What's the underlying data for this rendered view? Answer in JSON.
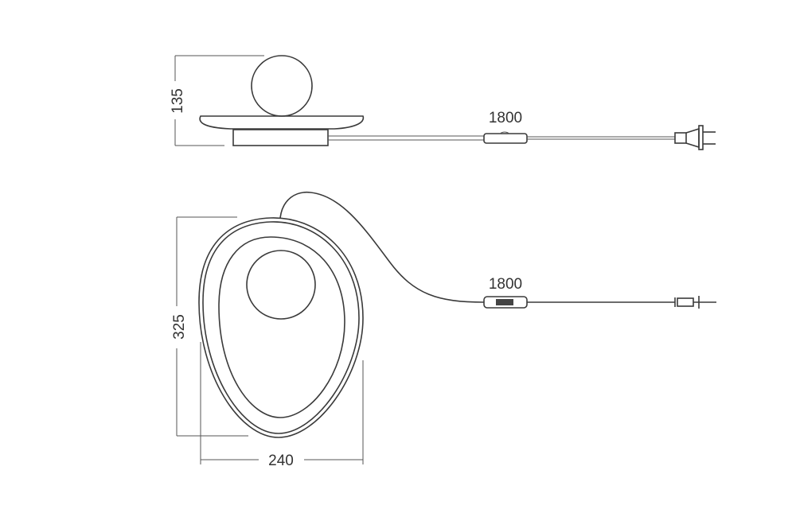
{
  "drawing": {
    "side_view": {
      "height_label": "135",
      "cable_length_label": "1800"
    },
    "top_view": {
      "depth_label": "325",
      "width_label": "240",
      "cable_length_label": "1800"
    }
  },
  "colors": {
    "line": "#3a3a3a",
    "background": "#ffffff"
  }
}
